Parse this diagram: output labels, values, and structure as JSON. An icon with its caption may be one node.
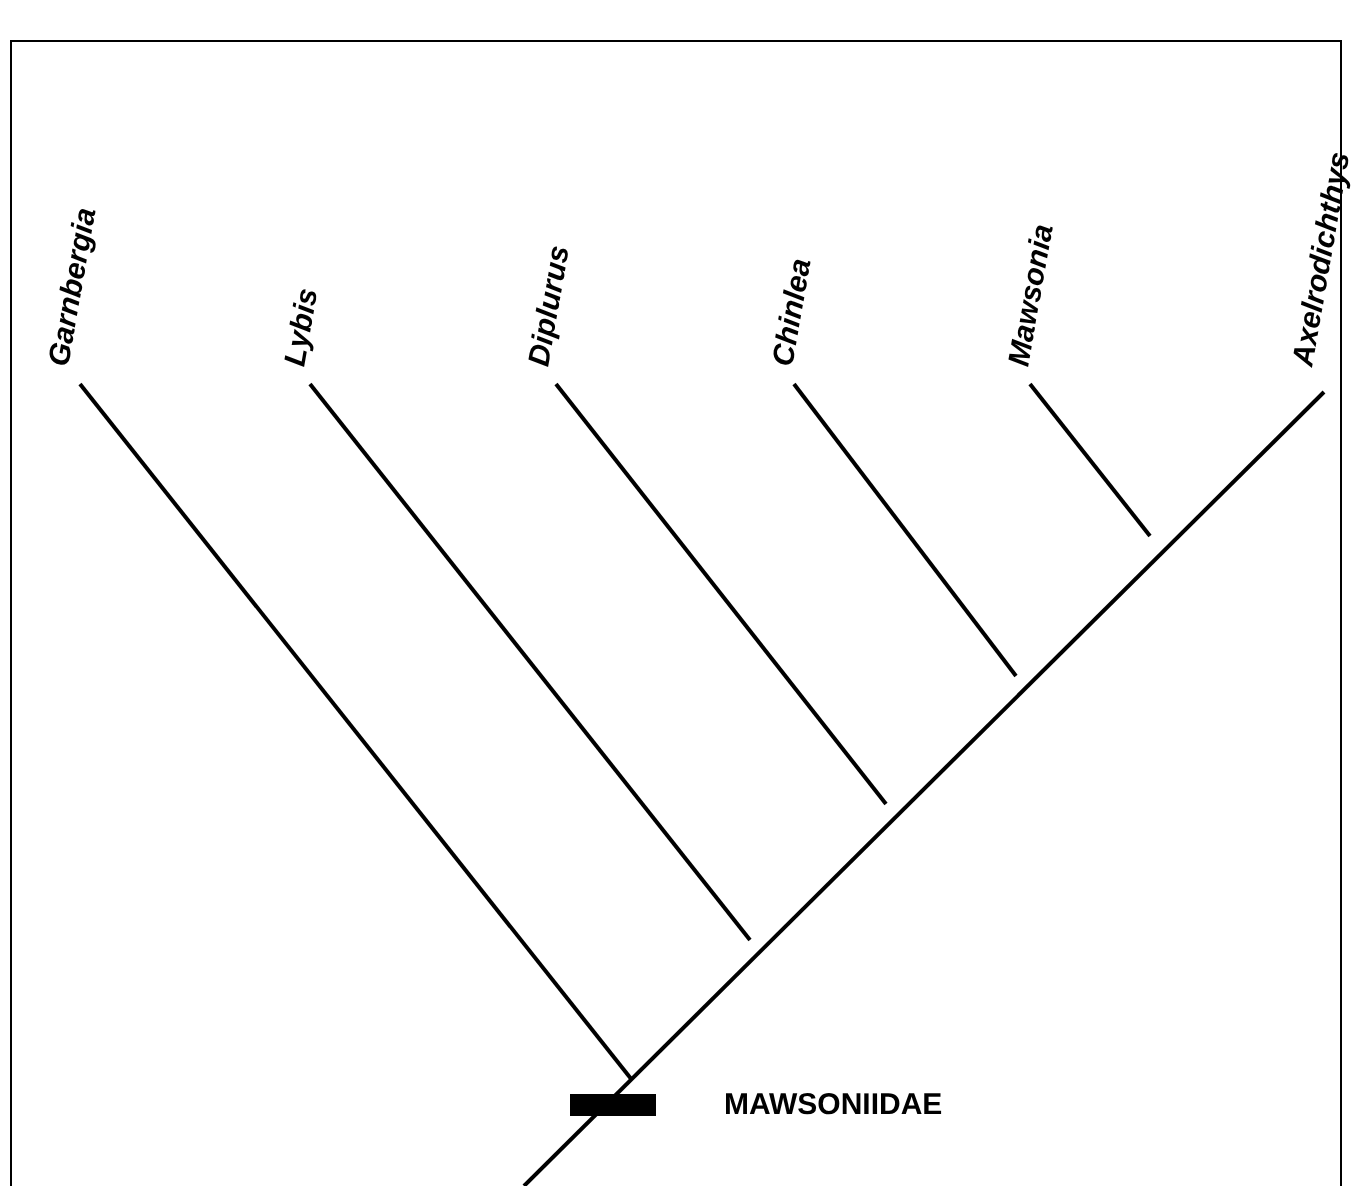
{
  "diagram": {
    "nodes": [
      {
        "text": [
          "Garnbergia"
        ]
      },
      {
        "text": [
          "Lybis"
        ]
      },
      {
        "text": [
          "Diplurus"
        ]
      },
      {
        "text": [
          "Chinlea"
        ]
      },
      {
        "text": [
          "Mawsonia"
        ]
      },
      {
        "text": [
          "Axelrodichthys"
        ]
      }
    ],
    "edges": [
      {
        "from": 0,
        "to": null,
        "arrow": "none"
      },
      {
        "from": 1,
        "to": null,
        "arrow": "none"
      },
      {
        "from": 2,
        "to": null,
        "arrow": "none"
      },
      {
        "from": 3,
        "to": null,
        "arrow": "none"
      },
      {
        "from": 4,
        "to": null,
        "arrow": "none"
      },
      {
        "from": null,
        "to": 5,
        "arrow": "none"
      }
    ],
    "labels": [
      "MAWSONIIDAE"
    ]
  }
}
